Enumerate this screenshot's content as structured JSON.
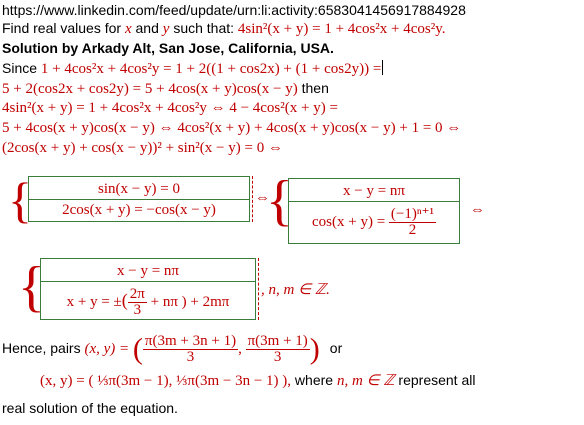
{
  "header": {
    "url": "https://www.linkedin.com/feed/update/urn:li:activity:6583041456917884928"
  },
  "problem": {
    "prefix": "Find real values for ",
    "var_x": "x",
    "and": " and ",
    "var_y": "y",
    "suffix": " such that: ",
    "equation": "4sin²(x + y) = 1 + 4cos²x + 4cos²y."
  },
  "author": {
    "label": "Solution by Arkady Alt, San Jose, California, USA."
  },
  "steps": {
    "since_label": "Since ",
    "line1_math": "1 + 4cos²x + 4cos²y = 1 + 2((1 + cos2x) + (1 + cos2y)) =",
    "line2_math": "5 + 2(cos2x + cos2y) = 5 + 4cos(x + y)cos(x − y)",
    "then_label": " then",
    "line3_math": "4sin²(x + y) = 1 + 4cos²x + 4cos²y ⇔ 4 − 4cos²(x + y) =",
    "line4_math": "5 + 4cos(x + y)cos(x − y) ⇔ 4cos²(x + y) + 4cos(x + y)cos(x − y) + 1 = 0 ⇔",
    "line5_math": "(2cos(x + y) + cos(x − y))² + sin²(x − y) = 0 ⇔"
  },
  "system1": {
    "row1": "sin(x − y) = 0",
    "row2": "2cos(x + y) = −cos(x − y)",
    "arrow": "⇔"
  },
  "system2": {
    "row1": "x − y = nπ",
    "row2_left": "cos(x + y) = ",
    "row2_num": "(−1)ⁿ⁺¹",
    "row2_den": "2",
    "arrow": "⇔"
  },
  "system3": {
    "row1": "x − y = nπ",
    "row2_left": "x + y = ±",
    "row2_num": "2π",
    "row2_den": "3",
    "row2_right": " + nπ ) + 2mπ",
    "quantifier": ", n, m ∈ ℤ."
  },
  "conclusion": {
    "hence_label": "Hence, pairs ",
    "pair_label": "(x, y) = ",
    "f1_num": "π(3m + 3n + 1)",
    "f1_den": "3",
    "f2_num": "π(3m + 1)",
    "f2_den": "3",
    "or_label": "or",
    "pair2_math": "(x, y) = ( ⅓π(3m − 1), ⅓π(3m − 3n − 1) ),",
    "where_label": " where ",
    "where_math": "n, m ∈ ℤ",
    "represent_label": " represent all",
    "final_line": "real solution of the equation."
  }
}
